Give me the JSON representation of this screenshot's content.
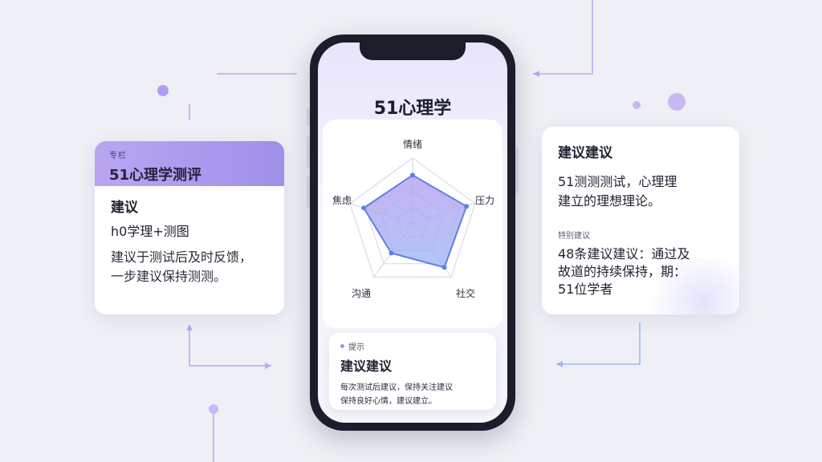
{
  "app": {
    "title": "51心理学"
  },
  "left_card": {
    "kicker": "专栏",
    "title": "51心理学测评",
    "heading": "建议",
    "subheading": "h0学理+测图",
    "body_line1": "建议于测试后及时反馈，",
    "body_line2": "一步建议保持测测。"
  },
  "right_card": {
    "heading": "建议建议",
    "line1": "51测测测试，心理理",
    "line2": "建立的理想理论。",
    "kicker": "特别建议",
    "body_line1": "48条建议建议：通过及",
    "body_line2": "故道的持续保持，期：",
    "body_line3": "51位学者"
  },
  "radar": {
    "labels": {
      "top": "情绪",
      "left": "焦虑",
      "right": "压力",
      "bottom_left": "沟通",
      "bottom_right": "社交"
    },
    "levels": 4,
    "values": [
      0.74,
      0.86,
      0.82,
      0.55,
      0.78
    ]
  },
  "tip_card": {
    "kicker": "提示",
    "title": "建议建议",
    "line1": "每次测试后建议，保持关注建议",
    "line2": "保持良好心情，建议建立。"
  },
  "colors": {
    "accent": "#a592ec",
    "radar_stroke": "#5f7fe6",
    "radar_fill_top": "#b79ef0",
    "radar_fill_bottom": "#9fb8f6"
  }
}
